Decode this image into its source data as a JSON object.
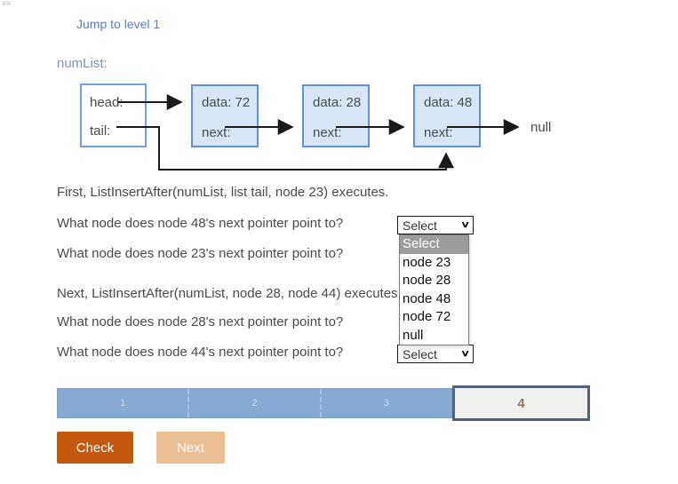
{
  "page": {
    "jump_link": "Jump to level 1",
    "list_label": "numList:"
  },
  "diagram": {
    "head_label": "head:",
    "tail_label": "tail:",
    "nodes": [
      {
        "data_label": "data: 72",
        "next_label": "next:"
      },
      {
        "data_label": "data: 28",
        "next_label": "next:"
      },
      {
        "data_label": "data: 48",
        "next_label": "next:"
      }
    ],
    "null_label": "null"
  },
  "questions": {
    "instruction1": "First, ListInsertAfter(numList, list tail, node 23) executes.",
    "q1": "What node does node 48's next pointer point to?",
    "q2": "What node does node 23's next pointer point to?",
    "instruction2": "Next, ListInsertAfter(numList, node 28, node 44) executes.",
    "q3": "What node does node 28's next pointer point to?",
    "q4": "What node does node 44's next pointer point to?",
    "select_value": "Select",
    "dropdown_options": [
      "Select",
      "node 23",
      "node 28",
      "node 48",
      "node 72",
      "null"
    ]
  },
  "progress": {
    "segments": [
      "1",
      "2",
      "3"
    ],
    "current": "4"
  },
  "buttons": {
    "check": "Check",
    "next": "Next"
  },
  "colors": {
    "link_blue": "#5b7ec5",
    "label_gray_blue": "#8593ab",
    "node_fill": "#d9e6f7",
    "node_border": "#5f92dc",
    "text_gray": "#4a4a4a",
    "progress_blue": "#84a9d2",
    "progress_current_fill": "#f0f0ee",
    "progress_current_border": "#51637f",
    "check_orange": "#c2590d",
    "next_disabled_orange": "#ebbe93",
    "dropdown_highlight": "#9c9c9c"
  }
}
